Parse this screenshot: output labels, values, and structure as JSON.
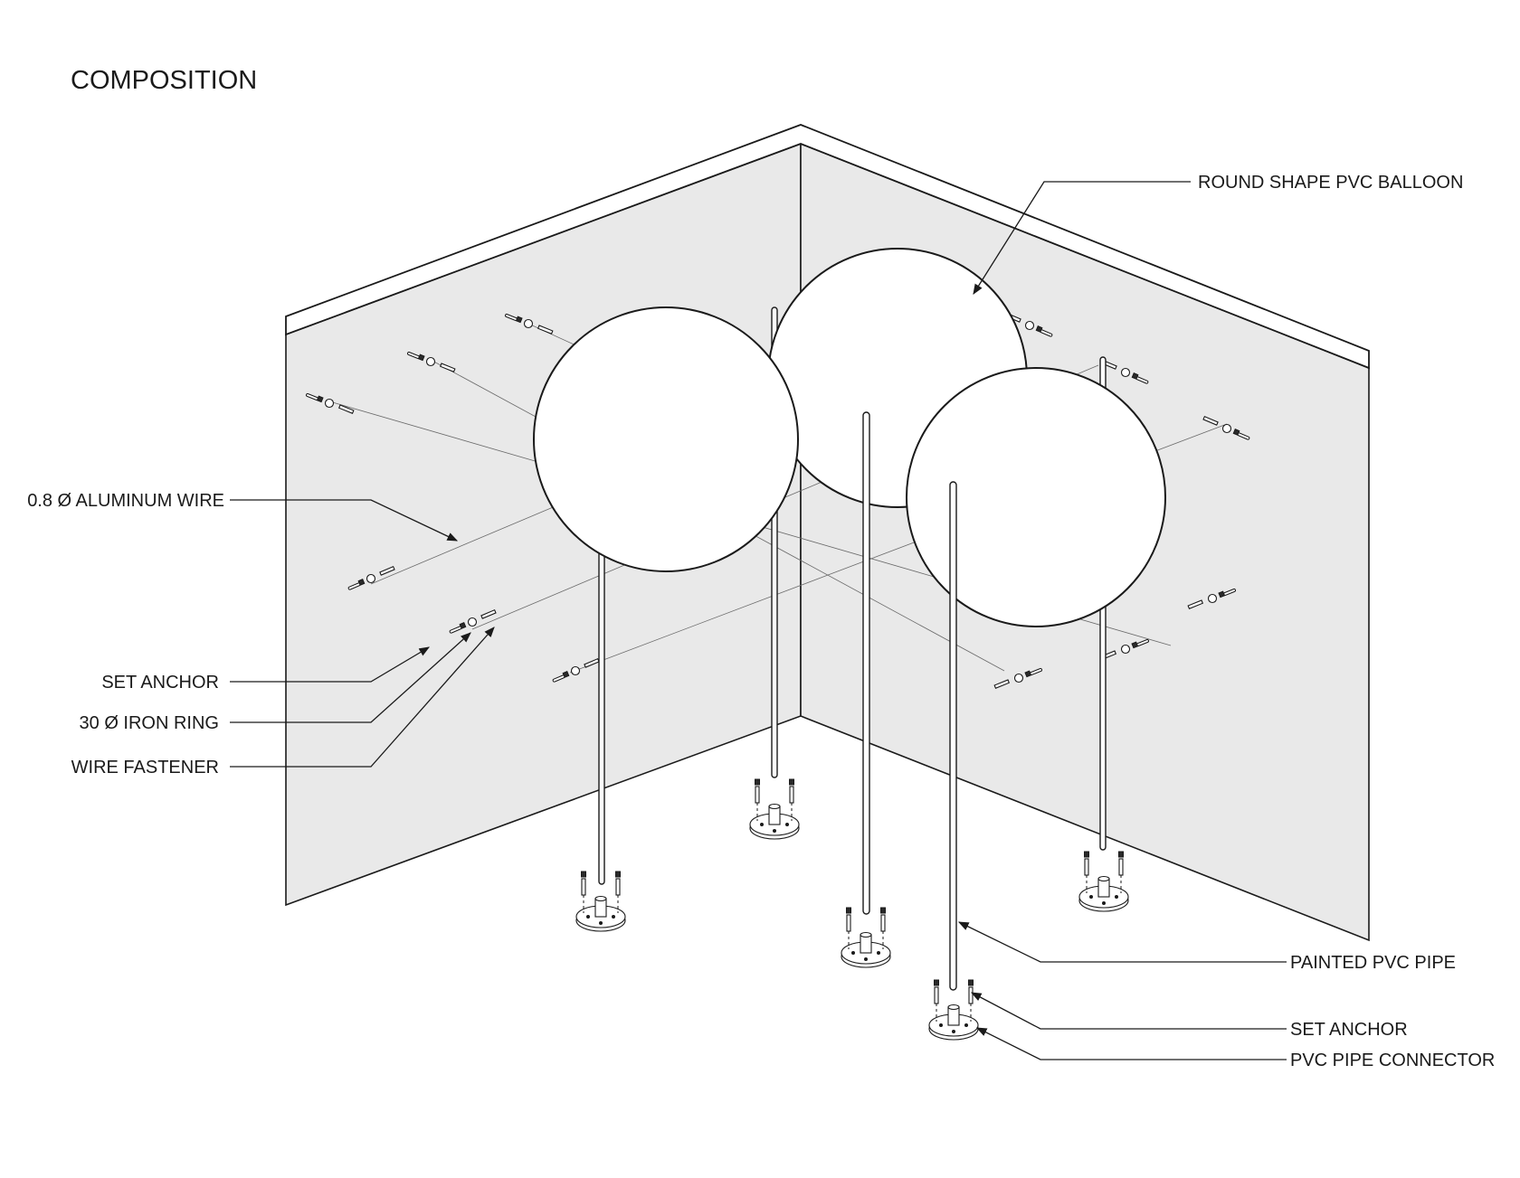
{
  "title": "COMPOSITION",
  "labels": {
    "balloon": "ROUND SHAPE PVC BALLOON",
    "wire": "0.8 Ø ALUMINUM WIRE",
    "set_anchor_wall": "SET ANCHOR",
    "iron_ring": "30 Ø IRON RING",
    "wire_fastener": "WIRE FASTENER",
    "pvc_pipe": "PAINTED PVC PIPE",
    "set_anchor_floor": "SET ANCHOR",
    "pipe_connector": "PVC PIPE CONNECTOR"
  }
}
